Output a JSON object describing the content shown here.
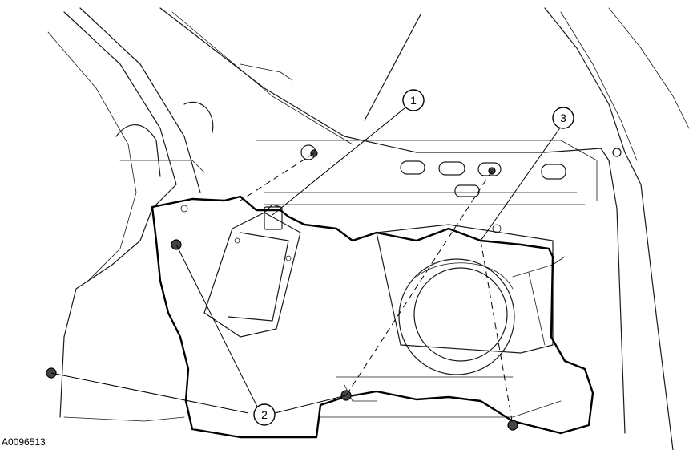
{
  "figure_id": "A0096513",
  "callouts": [
    {
      "label": "1"
    },
    {
      "label": "2"
    },
    {
      "label": "3"
    }
  ]
}
